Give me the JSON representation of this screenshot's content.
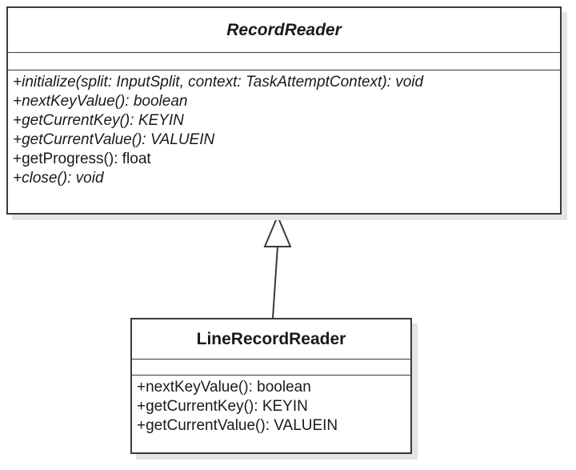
{
  "parent_class": {
    "name": "RecordReader",
    "operations": [
      {
        "text": "+initialize(split: InputSplit, context: TaskAttemptContext): void",
        "italic": true
      },
      {
        "text": "+nextKeyValue(): boolean",
        "italic": true
      },
      {
        "text": "+getCurrentKey(): KEYIN",
        "italic": true
      },
      {
        "text": "+getCurrentValue(): VALUEIN",
        "italic": true
      },
      {
        "text": "+getProgress(): float",
        "italic": false
      },
      {
        "text": "+close(): void",
        "italic": true
      }
    ]
  },
  "child_class": {
    "name": "LineRecordReader",
    "operations": [
      {
        "text": "+nextKeyValue(): boolean",
        "italic": false
      },
      {
        "text": "+getCurrentKey(): KEYIN",
        "italic": false
      },
      {
        "text": "+getCurrentValue(): VALUEIN",
        "italic": false
      }
    ]
  },
  "relationship": {
    "type": "generalization"
  },
  "colors": {
    "border": "#3a3a3a",
    "shadow": "#e4e4e4",
    "text": "#1a1a1a"
  }
}
